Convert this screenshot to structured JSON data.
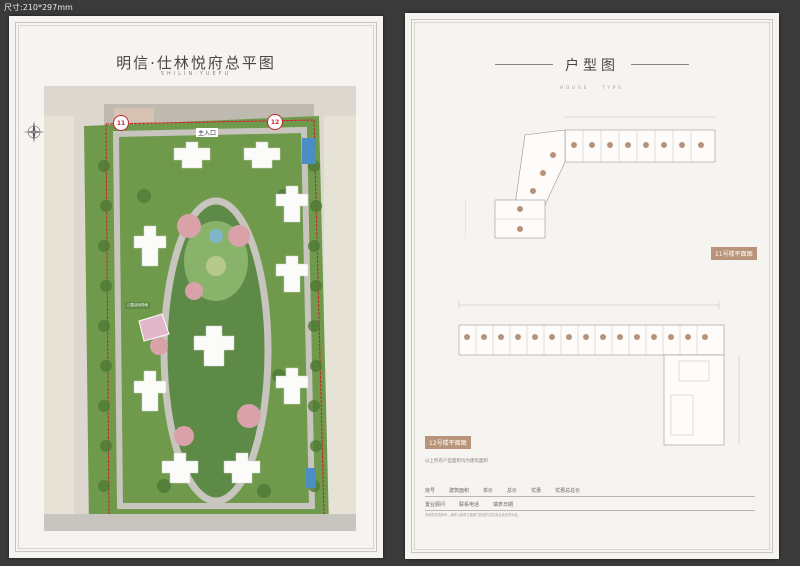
{
  "page_size_label": "尺寸:210*297mm",
  "left": {
    "title": "明信·仕林悦府总平图",
    "subtitle": "SHILIN·YUEFU",
    "main_gate": "主入口",
    "marker_11": "11",
    "marker_12": "12",
    "amenity_label": "儿童活动场地"
  },
  "right": {
    "title": "户型图",
    "floor_sub": "HOUSE · TYPE",
    "label_11": "11号楼平面图",
    "label_12": "12号楼平面图",
    "note": "以上所有户型面积均为建筑面积",
    "info_row1": [
      "房号",
      "建筑面积",
      "单价",
      "总价",
      "优惠",
      "优惠总总价"
    ],
    "info_row2": [
      "置业顾问",
      "联系电话",
      "填表日期"
    ],
    "disclaimer": "本资料仅供参考，最终以政府主管部门批准的文件及买卖合同为准。"
  },
  "colors": {
    "page": "#3a3a3a",
    "paper": "#f6f4f1",
    "accent": "#b8947a",
    "redline": "#c2262c",
    "tree": "#6f9a4c",
    "tree_dark": "#4f7a35",
    "blossom": "#d9a2a8",
    "road": "#c8c4be",
    "building": "#fbfbfa"
  },
  "icons": [
    "compass-icon"
  ]
}
